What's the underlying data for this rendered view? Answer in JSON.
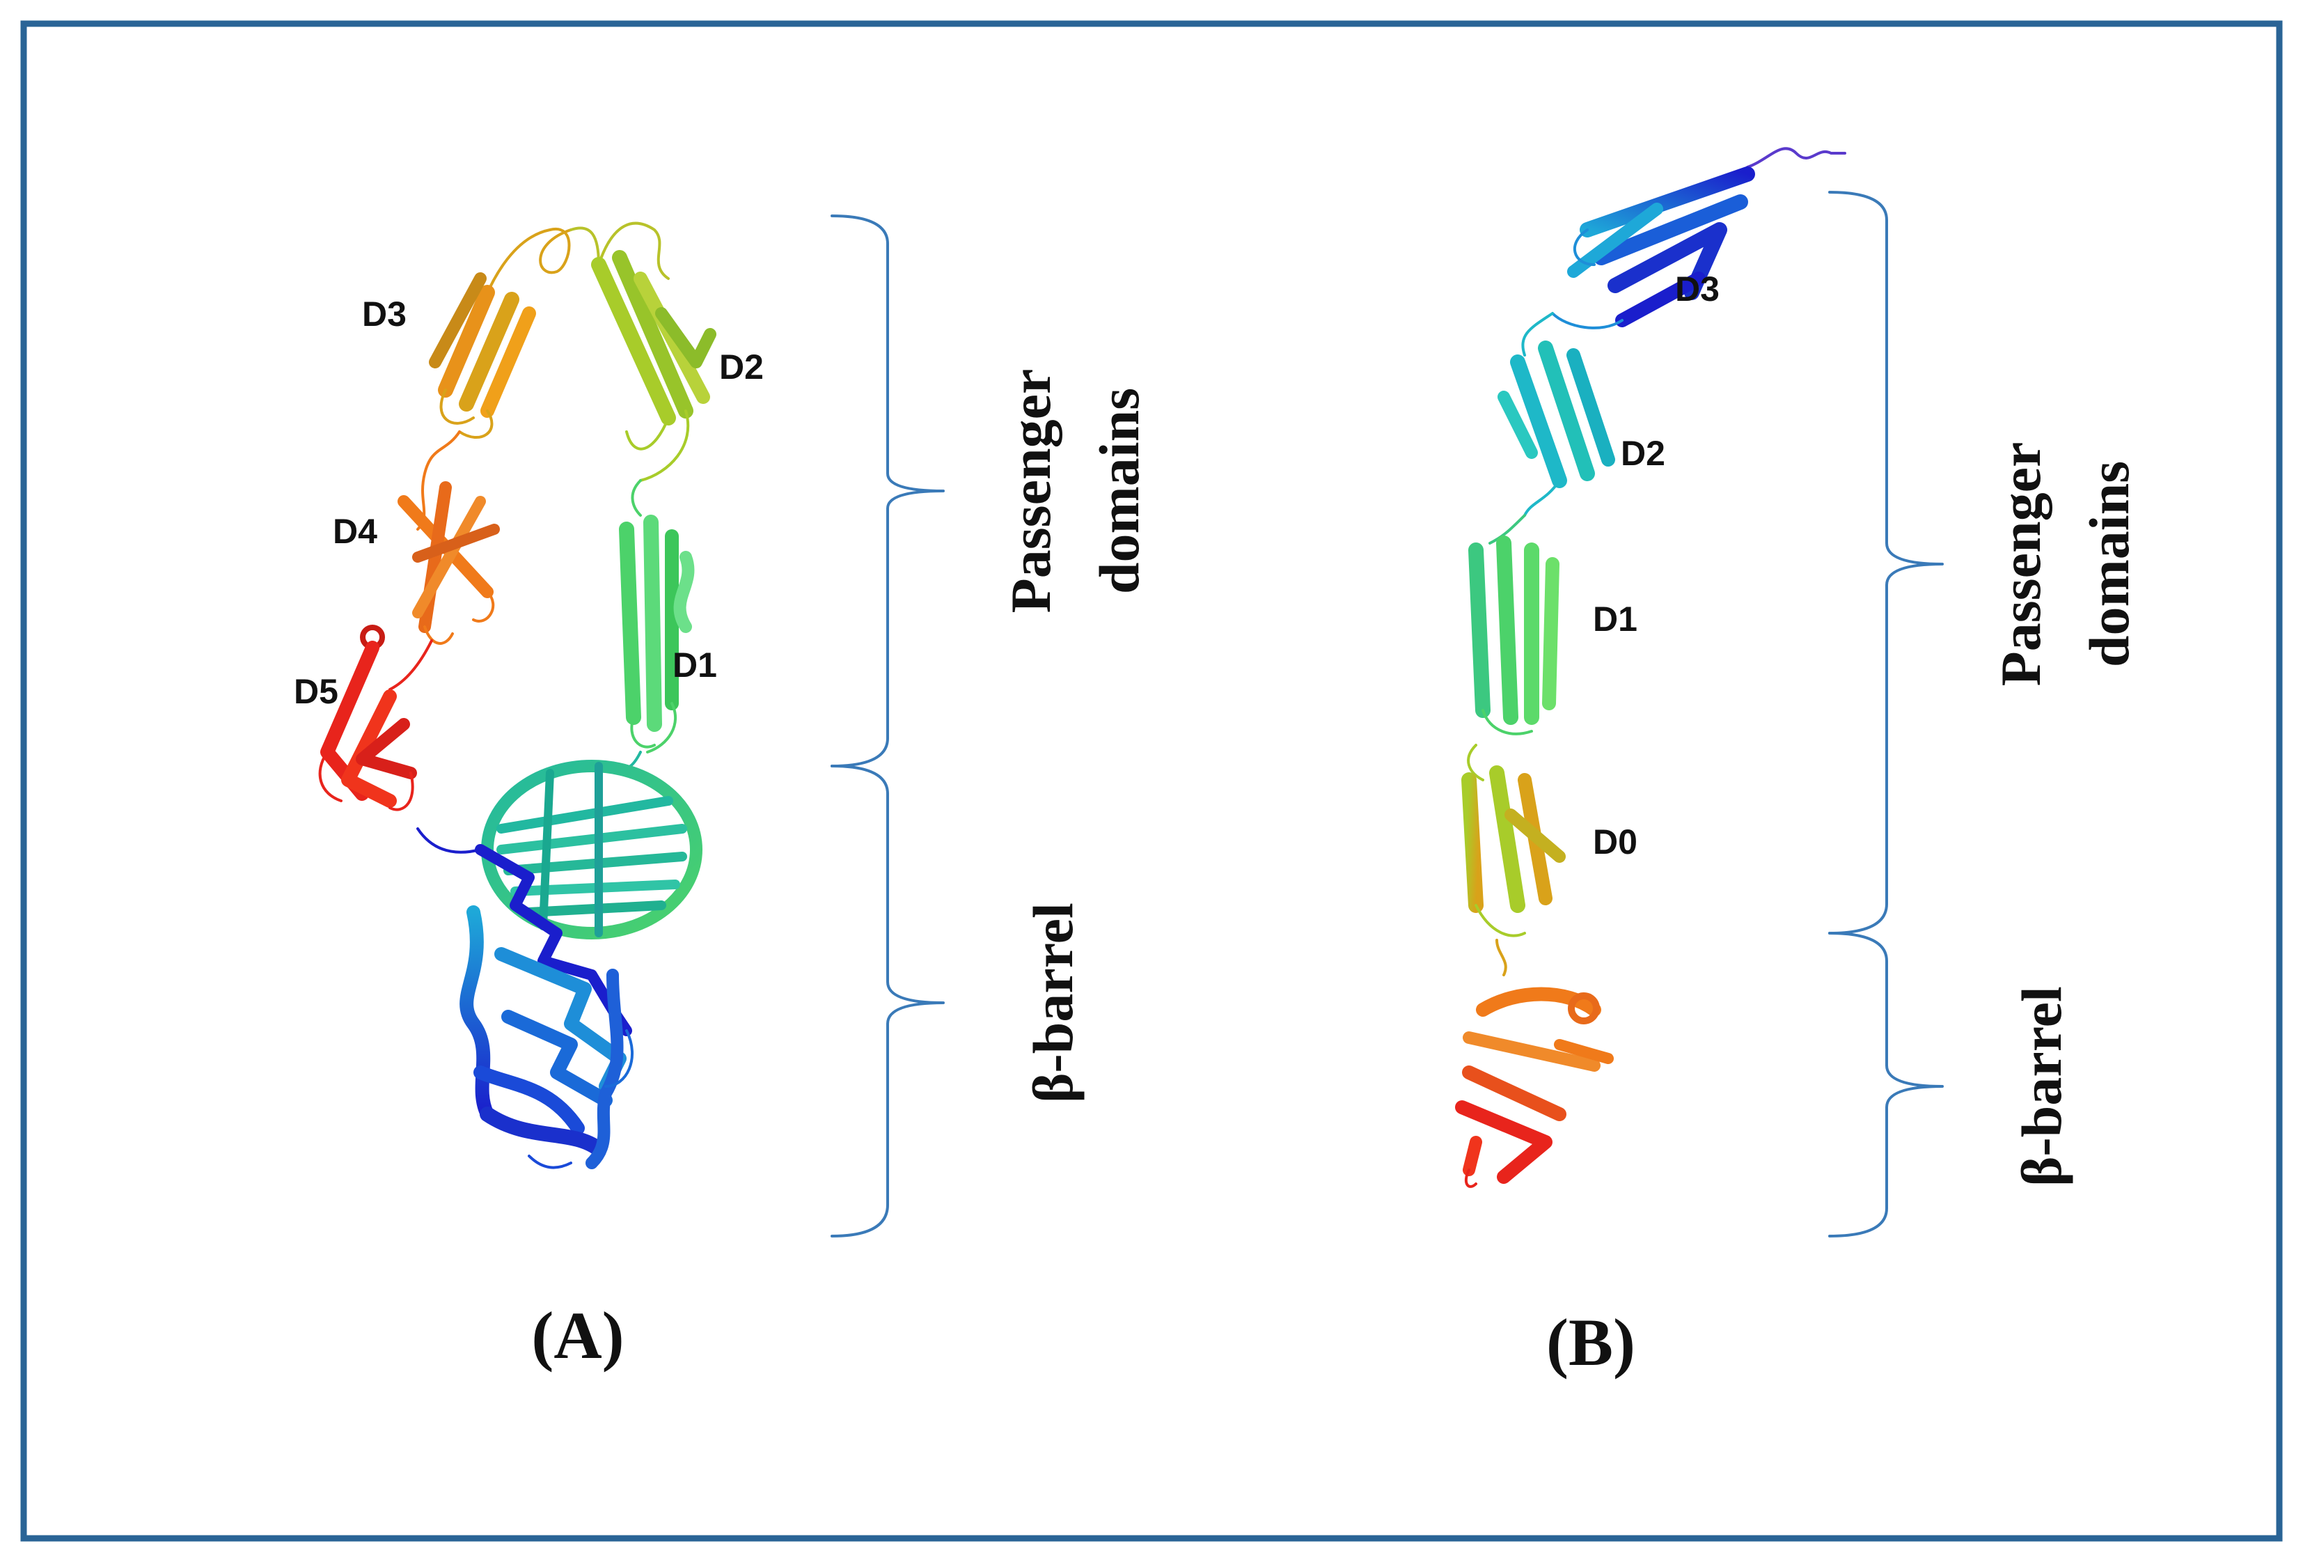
{
  "panels": {
    "a": {
      "label": "(A)",
      "domains": {
        "d1": "D1",
        "d2": "D2",
        "d3": "D3",
        "d4": "D4",
        "d5": "D5"
      },
      "passenger_label_line1": "Passenger",
      "passenger_label_line2": "domains",
      "barrel_label": "β-barrel"
    },
    "b": {
      "label": "(B)",
      "domains": {
        "d0": "D0",
        "d1": "D1",
        "d2": "D2",
        "d3": "D3"
      },
      "passenger_label_line1": "Passenger",
      "passenger_label_line2": "domains",
      "barrel_label": "β-barrel"
    }
  },
  "colors": {
    "frame": "#2a6496",
    "brace": "#3a7ab8",
    "red": "#e8241c",
    "orange": "#f07a1a",
    "gold": "#d9a21a",
    "yellow_green": "#a8cc2a",
    "green": "#4cd26a",
    "teal": "#22b8a0",
    "cyan": "#1ea8d8",
    "blue": "#1a5ed8",
    "dark_blue": "#1a1ecc"
  }
}
